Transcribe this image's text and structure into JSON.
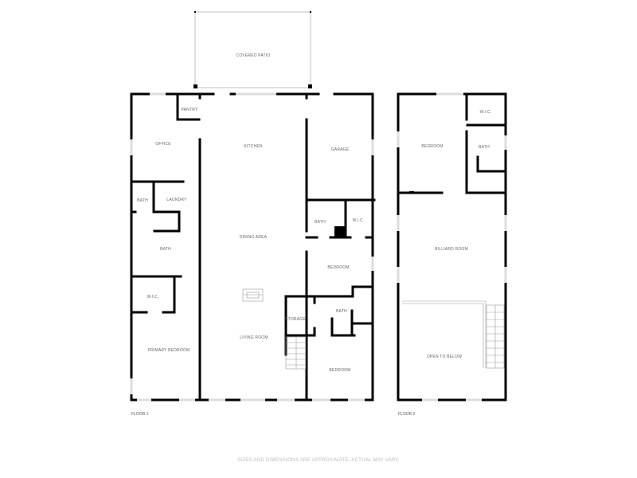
{
  "floor1": {
    "label": "FLOOR 1",
    "rooms": {
      "covered_patio": "COVERED PATIO",
      "pantry": "PANTRY",
      "office": "OFFICE",
      "kitchen": "KITCHEN",
      "garage": "GARAGE",
      "bath_small": "BATH",
      "laundry": "LAUNDRY",
      "dining": "DINING AREA",
      "bath_right": "BATH",
      "wic_right": "W.I.C.",
      "bath_left": "BATH",
      "bedroom_1": "BEDROOM",
      "wic_left": "W.I.C.",
      "storage": "STORAGE",
      "bath_lower": "BATH",
      "primary_bedroom": "PRIMARY BEDROOM",
      "living": "LIVING ROOM",
      "bedroom_2": "BEDROOM"
    }
  },
  "floor2": {
    "label": "FLOOR 2",
    "rooms": {
      "wic": "W.I.C.",
      "bath": "BATH",
      "bedroom": "BEDROOM",
      "billiard": "BILLIARD ROOM",
      "open_below": "OPEN TO BELOW"
    }
  },
  "disclaimer": "SIZES AND DIMENSIONS ARE APPROXIMATE, ACTUAL MAY VARY."
}
